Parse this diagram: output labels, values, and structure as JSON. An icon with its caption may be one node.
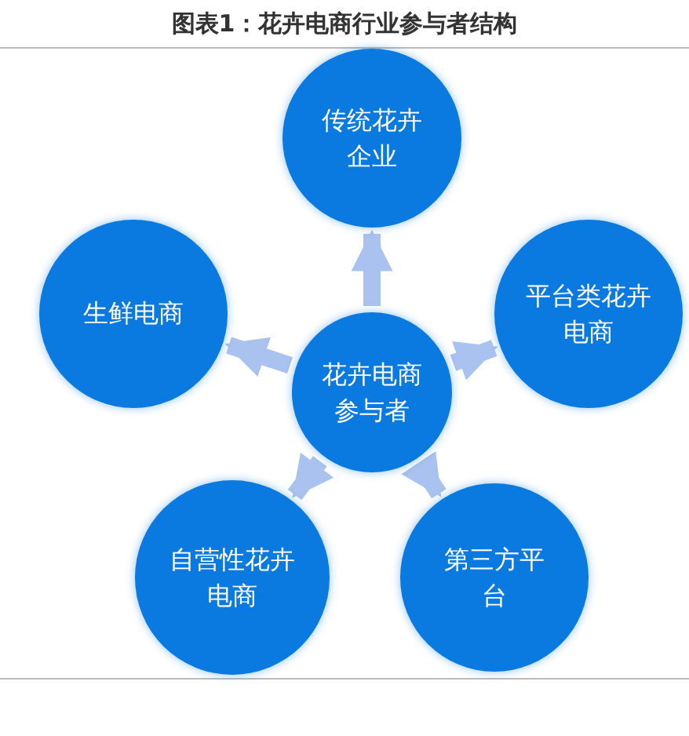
{
  "diagram": {
    "title": "图表1：花卉电商行业参与者结构",
    "nodes": [
      {
        "text": [
          "传统花卉企业"
        ]
      },
      {
        "text": [
          "生鲜电商"
        ]
      },
      {
        "text": [
          "平台类花卉电商"
        ]
      },
      {
        "text": [
          "花卉电商参与者"
        ]
      },
      {
        "text": [
          "自营性花卉电商"
        ]
      },
      {
        "text": [
          "第三方平台"
        ]
      }
    ],
    "edges": [
      {
        "from": 3,
        "to": 0,
        "arrow": "to"
      },
      {
        "from": 3,
        "to": 1,
        "arrow": "to"
      },
      {
        "from": 3,
        "to": 2,
        "arrow": "to"
      },
      {
        "from": 3,
        "to": 4,
        "arrow": "to"
      },
      {
        "from": 3,
        "to": 5,
        "arrow": "to"
      }
    ]
  }
}
